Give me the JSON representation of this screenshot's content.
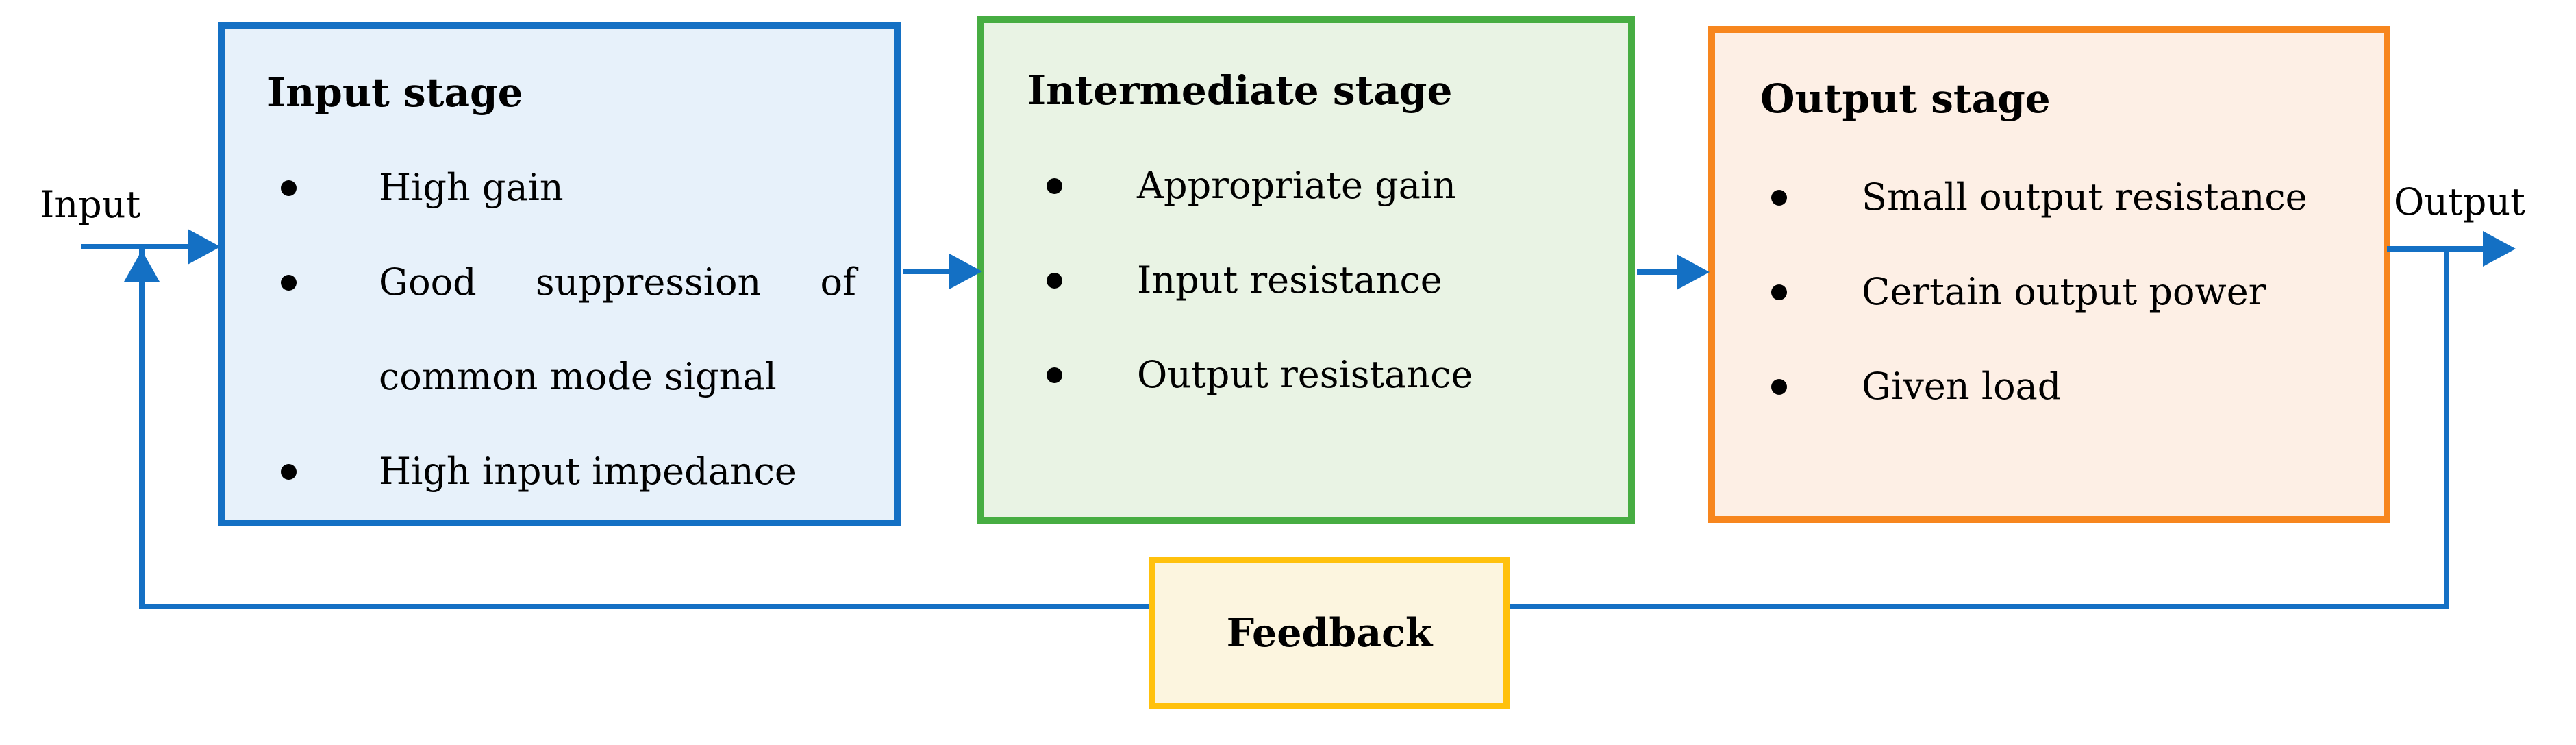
{
  "labels": {
    "input": "Input",
    "output": "Output"
  },
  "feedback": {
    "label": "Feedback"
  },
  "boxes": [
    {
      "id": "input-stage",
      "title": "Input stage",
      "bullets": [
        {
          "lines": [
            "High gain"
          ],
          "justify_first": false
        },
        {
          "lines": [
            "Good suppression of",
            "common mode signal"
          ],
          "justify_first": true
        },
        {
          "lines": [
            "High input impedance"
          ],
          "justify_first": false
        }
      ]
    },
    {
      "id": "intermediate-stage",
      "title": "Intermediate stage",
      "bullets": [
        {
          "lines": [
            "Appropriate gain"
          ],
          "justify_first": false
        },
        {
          "lines": [
            "Input resistance"
          ],
          "justify_first": false
        },
        {
          "lines": [
            "Output resistance"
          ],
          "justify_first": false
        }
      ]
    },
    {
      "id": "output-stage",
      "title": "Output stage",
      "bullets": [
        {
          "lines": [
            "Small output resistance"
          ],
          "justify_first": false
        },
        {
          "lines": [
            "Certain output power"
          ],
          "justify_first": false
        },
        {
          "lines": [
            "Given load"
          ],
          "justify_first": false
        }
      ]
    }
  ],
  "colors": {
    "arrow_blue": "#1470C4",
    "input_box_border": "#1470C4",
    "input_box_fill": "#E7F1FA",
    "intermediate_box_border": "#47AD42",
    "intermediate_box_fill": "#E9F3E4",
    "output_box_border": "#F7861E",
    "output_box_fill": "#FDEFE5",
    "feedback_box_border": "#FFC10D",
    "feedback_box_fill": "#FCF5DF",
    "text": "#000000",
    "bullet_dot": "#000000"
  }
}
